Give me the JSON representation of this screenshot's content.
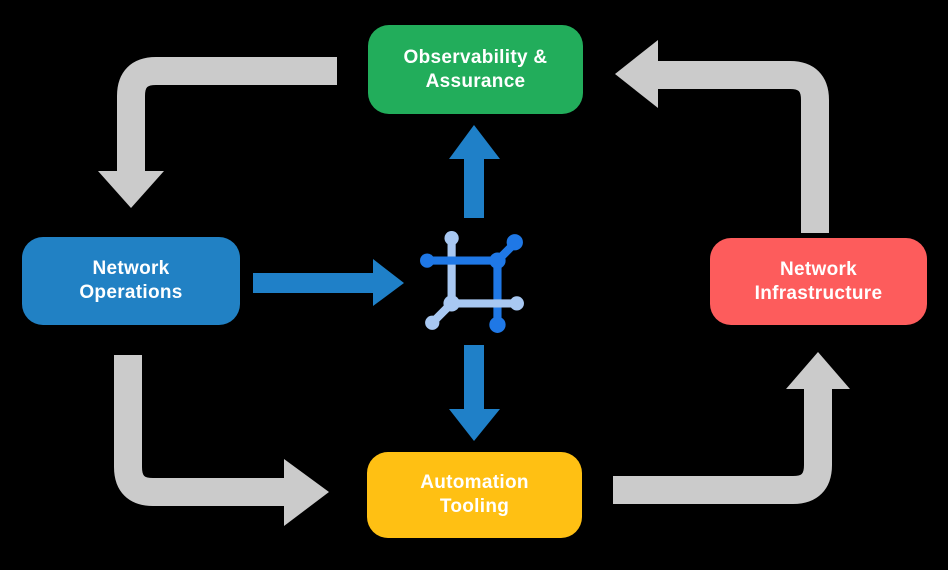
{
  "background_color": "#000000",
  "diagram": {
    "nodes": {
      "observability": {
        "label": "Observability & Assurance",
        "lines": [
          "Observability &",
          "Assurance"
        ],
        "color": "#22AD5B"
      },
      "network_operations": {
        "label": "Network Operations",
        "lines": [
          "Network",
          "Operations"
        ],
        "color": "#2181C4"
      },
      "network_infrastructure": {
        "label": "Network Infrastructure",
        "lines": [
          "Network",
          "Infrastructure"
        ],
        "color": "#FD5C5C"
      },
      "automation_tooling": {
        "label": "Automation Tooling",
        "lines": [
          "Automation",
          "Tooling"
        ],
        "color": "#FFC013"
      }
    },
    "center_icon": {
      "name": "network-node-icon",
      "dark_color": "#1F78E6",
      "light_color": "#A8C8F2"
    },
    "arrow_colors": {
      "cycle_gray": "#CBCBCB",
      "center_blue": "#1F80C8"
    },
    "edges": [
      {
        "from": "observability",
        "to": "network_operations",
        "color": "#CBCBCB",
        "type": "elbow"
      },
      {
        "from": "network_operations",
        "to": "automation_tooling",
        "color": "#CBCBCB",
        "type": "elbow"
      },
      {
        "from": "automation_tooling",
        "to": "network_infrastructure",
        "color": "#CBCBCB",
        "type": "elbow"
      },
      {
        "from": "network_infrastructure",
        "to": "observability",
        "color": "#CBCBCB",
        "type": "elbow"
      },
      {
        "from": "network_operations",
        "to": "center_icon",
        "color": "#1F80C8",
        "type": "straight"
      },
      {
        "from": "center_icon",
        "to": "observability",
        "color": "#1F80C8",
        "type": "straight"
      },
      {
        "from": "center_icon",
        "to": "automation_tooling",
        "color": "#1F80C8",
        "type": "straight"
      }
    ]
  }
}
